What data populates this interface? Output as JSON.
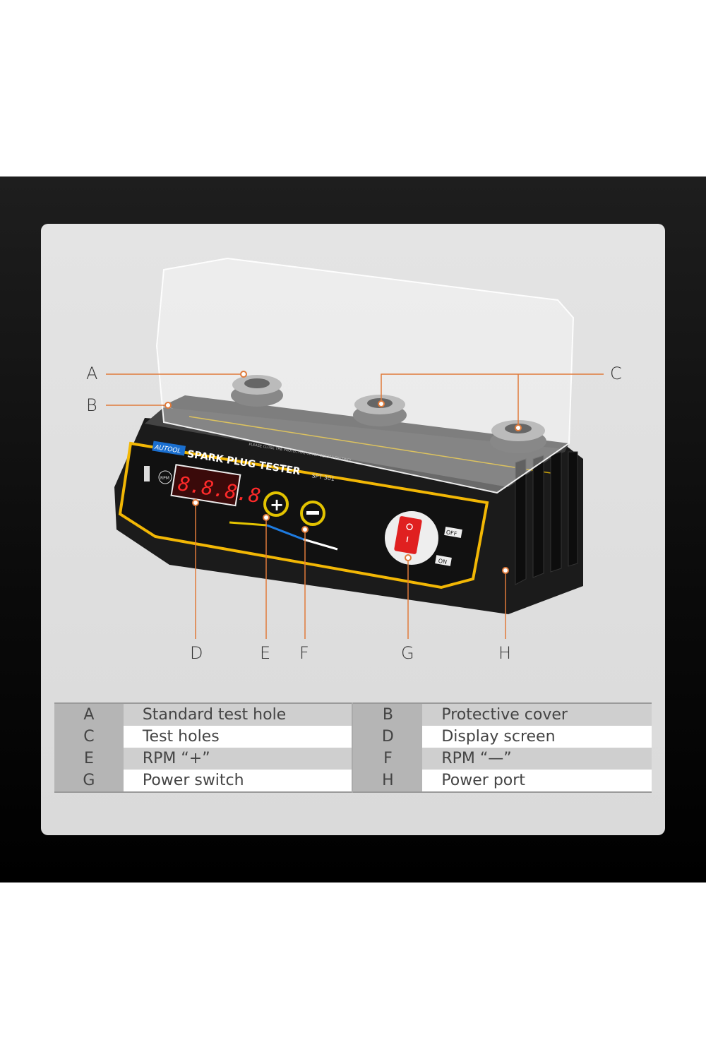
{
  "device": {
    "brand": "AUTOOL",
    "title": "SPARK PLUG TESTER",
    "model": "SPT 301",
    "display": "8.8.8.8",
    "rpm_badge": "RPM",
    "warning": "PLEASE CLOSE THE PROTECTIVE COVER BEFORE TESTING!",
    "switch_off": "OFF",
    "switch_on": "ON"
  },
  "callouts": [
    "A",
    "B",
    "C",
    "D",
    "E",
    "F",
    "G",
    "H"
  ],
  "colors": {
    "accent": "#e07a3a",
    "panel_trim": "#f2b705",
    "switch": "#e02020"
  },
  "legend": [
    [
      {
        "key": "A",
        "desc": "Standard test hole"
      },
      {
        "key": "B",
        "desc": "Protective cover"
      }
    ],
    [
      {
        "key": "C",
        "desc": "Test holes"
      },
      {
        "key": "D",
        "desc": "Display screen"
      }
    ],
    [
      {
        "key": "E",
        "desc": "RPM “+”"
      },
      {
        "key": "F",
        "desc": "RPM “—”"
      }
    ],
    [
      {
        "key": "G",
        "desc": "Power switch"
      },
      {
        "key": "H",
        "desc": "Power port"
      }
    ]
  ]
}
